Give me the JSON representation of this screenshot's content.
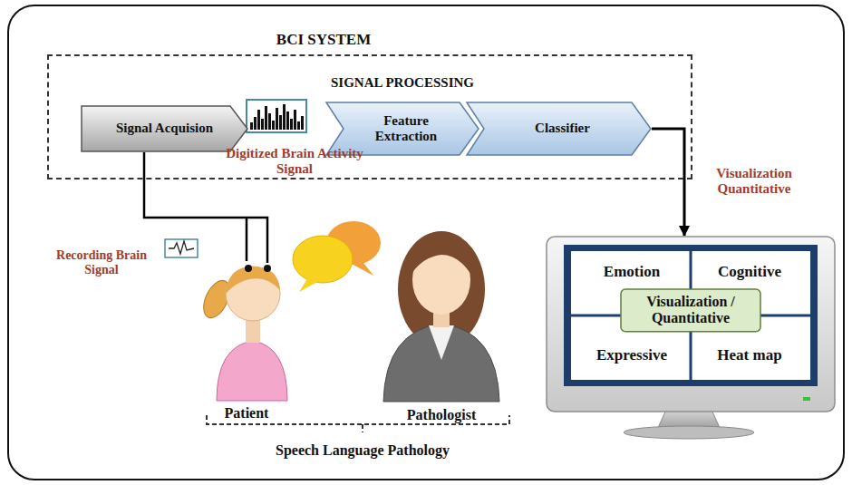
{
  "diagram": {
    "nodes": [
      {
        "text": [
          "BCI SYSTEM"
        ]
      },
      {
        "text": [
          "SIGNAL PROCESSING"
        ],
        "in": 0
      },
      {
        "text": [
          "Signal Acquision"
        ],
        "in": 1
      },
      {
        "text": [
          "Feature Extraction"
        ],
        "in": 1
      },
      {
        "text": [
          "Classifier"
        ],
        "in": 1
      },
      {
        "text": [
          "Emotion",
          "Cognitive",
          "Expressive",
          "Heat map"
        ],
        "in": 0
      },
      {
        "text": [
          "Visualization / Quantitative"
        ],
        "in": 5
      },
      {
        "text": [
          "Patient"
        ],
        "in": 0
      },
      {
        "text": [
          "Pathologist"
        ],
        "in": 0
      }
    ],
    "edges": [
      {
        "from": 2,
        "to": 7,
        "arrow": "none"
      },
      {
        "from": 4,
        "to": 5,
        "arrow": "to",
        "label": "Visualization Quantitative"
      }
    ],
    "labels": [
      "Digitized Brain Activity Signal",
      "Recording Brain Signal",
      "Speech Language Pathology"
    ]
  }
}
